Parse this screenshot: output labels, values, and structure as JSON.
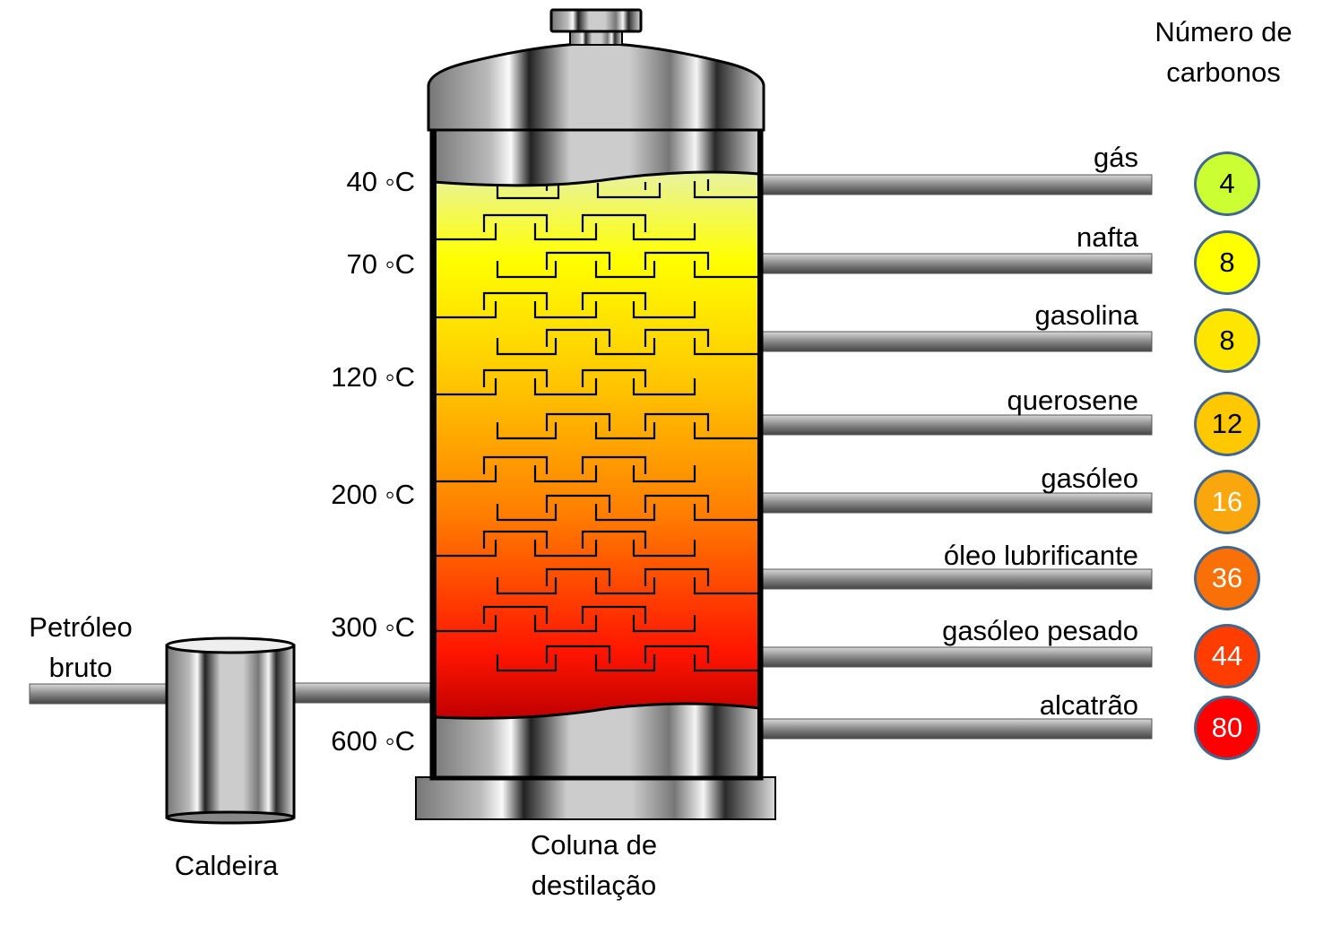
{
  "header": {
    "line1": "Número de",
    "line2": "carbonos"
  },
  "inlet": {
    "line1": "Petróleo",
    "line2": "bruto"
  },
  "boiler": {
    "label": "Caldeira"
  },
  "column": {
    "line1": "Coluna de",
    "line2": "destilação"
  },
  "temperatures": [
    "40 ◦C",
    "70 ◦C",
    "120 ◦C",
    "200 ◦C",
    "300 ◦C",
    "600 ◦C"
  ],
  "fractions": [
    {
      "name": "gás",
      "carbons": "4",
      "color": "#ccff33",
      "text": "#000000"
    },
    {
      "name": "nafta",
      "carbons": "8",
      "color": "#ffff00",
      "text": "#000000"
    },
    {
      "name": "gasolina",
      "carbons": "8",
      "color": "#ffe600",
      "text": "#000000"
    },
    {
      "name": "querosene",
      "carbons": "12",
      "color": "#ffc800",
      "text": "#000000"
    },
    {
      "name": "gasóleo",
      "carbons": "16",
      "color": "#f9a70c",
      "text": "#ffffff"
    },
    {
      "name": "óleo lubrificante",
      "carbons": "36",
      "color": "#fa7008",
      "text": "#ffffff"
    },
    {
      "name": "gasóleo pesado",
      "carbons": "44",
      "color": "#ff3d00",
      "text": "#ffffff"
    },
    {
      "name": "alcatrão",
      "carbons": "80",
      "color": "#ff0000",
      "text": "#ffffff"
    }
  ]
}
